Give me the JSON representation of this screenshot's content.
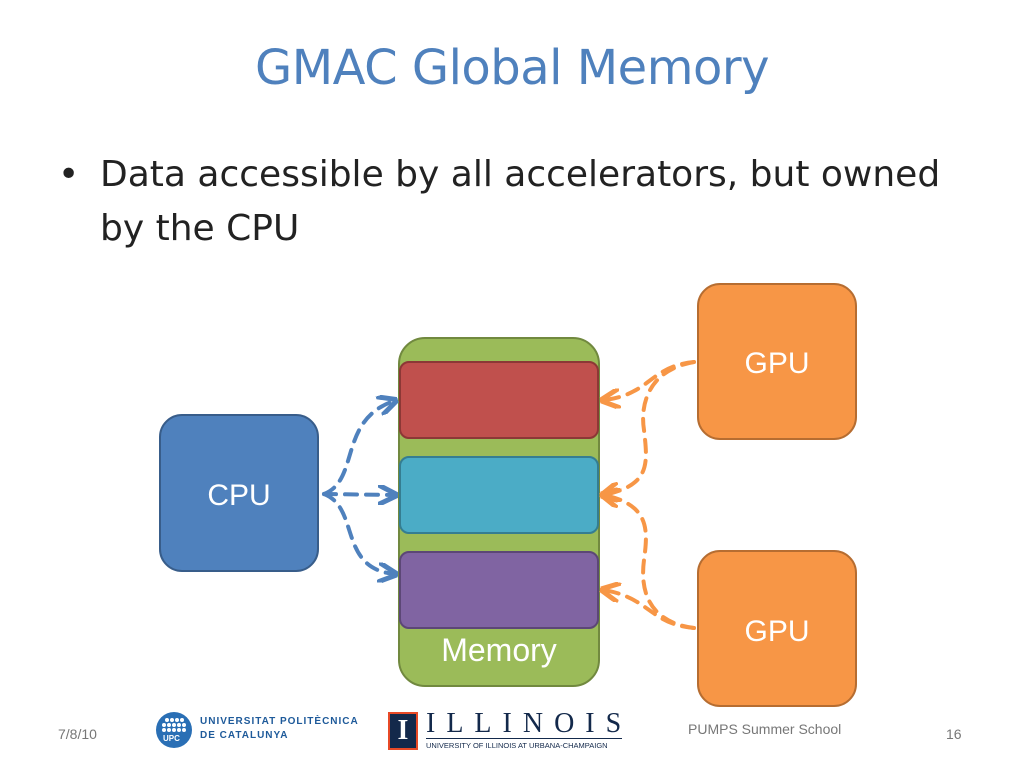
{
  "slide": {
    "title": "GMAC Global Memory",
    "bullet_marker": "•",
    "bullet": "Data accessible by all accelerators, but owned by the CPU"
  },
  "diagram": {
    "cpu_label": "CPU",
    "gpu_top_label": "GPU",
    "gpu_bottom_label": "GPU",
    "memory_label": "Memory"
  },
  "footer": {
    "date": "7/8/10",
    "event": "PUMPS Summer School",
    "page_number": "16",
    "upc_abbr": "UPC",
    "upc_line1": "UNIVERSITAT POLITÈCNICA",
    "upc_line2": "DE CATALUNYA",
    "illinois_mark": "I",
    "illinois_word": "ILLINOIS",
    "illinois_sub": "UNIVERSITY OF ILLINOIS AT URBANA-CHAMPAIGN"
  },
  "colors": {
    "title": "#4f81bd",
    "cpu": "#4f81bd",
    "gpu": "#f79646",
    "memory": "#9bbb59",
    "block_red": "#c0504d",
    "block_cyan": "#4bacc6",
    "block_purple": "#8064a2"
  }
}
